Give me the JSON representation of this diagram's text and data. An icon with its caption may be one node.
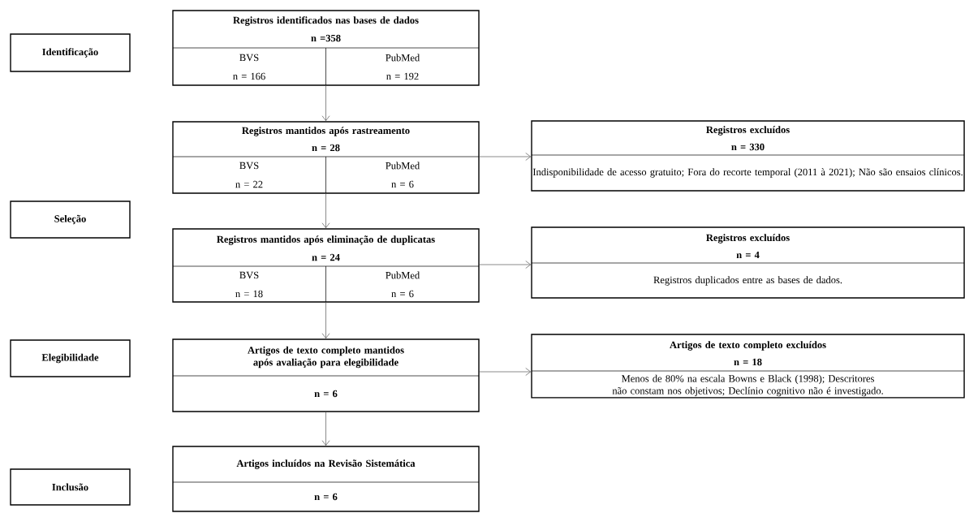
{
  "diagram": {
    "nodes": [
      {
        "text": [
          "Identificação"
        ]
      },
      {
        "text": [
          "Registros identificados nas bases de dados",
          "n =358",
          "BVS",
          "n = 166",
          "PubMed",
          "n = 192"
        ]
      },
      {
        "text": [
          "Registros mantidos após rastreamento",
          "n = 28",
          "BVS",
          "n = 22",
          "PubMed",
          "n = 6"
        ]
      },
      {
        "text": [
          "Registros excluídos",
          "n = 330",
          "Indisponibilidade de acesso gratuito; Fora do recorte temporal (2011 à 2021); Não são ensaios clínicos."
        ]
      },
      {
        "text": [
          "Seleção"
        ]
      },
      {
        "text": [
          "Registros mantidos após eliminação de duplicatas",
          "n = 24",
          "BVS",
          "n = 18",
          "PubMed",
          "n = 6"
        ]
      },
      {
        "text": [
          "Registros excluídos",
          "n = 4",
          "Registros duplicados entre as bases de dados."
        ]
      },
      {
        "text": [
          "Elegibilidade"
        ]
      },
      {
        "text": [
          "Artigos de texto completo mantidos após avaliação para elegibilidade",
          "n = 6"
        ]
      },
      {
        "text": [
          "Artigos de texto completo excluídos",
          "n = 18",
          "Menos de 80% na escala Bowns e Black (1998); Descritores não constam nos objetivos; Declínio cognitivo não é investigado."
        ]
      },
      {
        "text": [
          "Inclusão"
        ]
      },
      {
        "text": [
          "Artigos incluídos na Revisão Sistemática",
          "n = 6"
        ]
      }
    ],
    "edges": [
      {
        "from": 1,
        "to": 2,
        "arrow": "to"
      },
      {
        "from": 2,
        "to": 3,
        "arrow": "to"
      },
      {
        "from": 2,
        "to": 5,
        "arrow": "to"
      },
      {
        "from": 5,
        "to": 6,
        "arrow": "to"
      },
      {
        "from": 5,
        "to": 8,
        "arrow": "to"
      },
      {
        "from": 8,
        "to": 9,
        "arrow": "to"
      },
      {
        "from": 8,
        "to": 11,
        "arrow": "to"
      }
    ]
  }
}
